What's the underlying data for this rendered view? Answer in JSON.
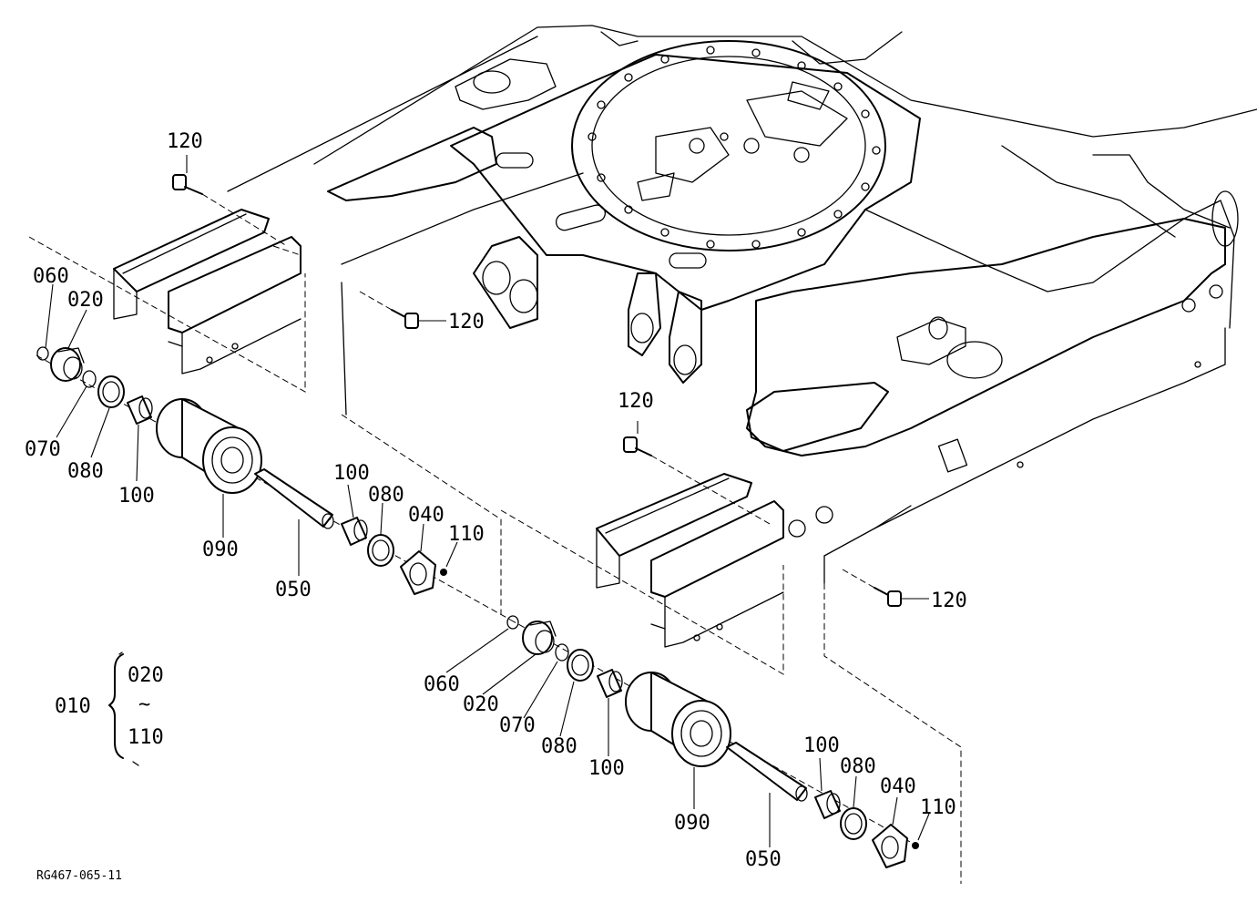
{
  "diagram": {
    "callouts": {
      "c120_a": "120",
      "c120_b": "120",
      "c120_c": "120",
      "c120_d": "120",
      "l_060": "060",
      "l_020": "020",
      "l_070": "070",
      "l_080": "080",
      "l_100": "100",
      "l_090": "090",
      "l_050": "050",
      "l_100b": "100",
      "l_080b": "080",
      "l_040": "040",
      "l_110": "110",
      "r_060": "060",
      "r_020": "020",
      "r_070": "070",
      "r_080": "080",
      "r_100": "100",
      "r_090": "090",
      "r_050": "050",
      "r_100b": "100",
      "r_080b": "080",
      "r_040": "040",
      "r_110": "110"
    },
    "assembly_group": {
      "parent": "010",
      "from": "020",
      "range_symbol": "~",
      "to": "110"
    },
    "drawing_code": "RG467-065-11"
  }
}
